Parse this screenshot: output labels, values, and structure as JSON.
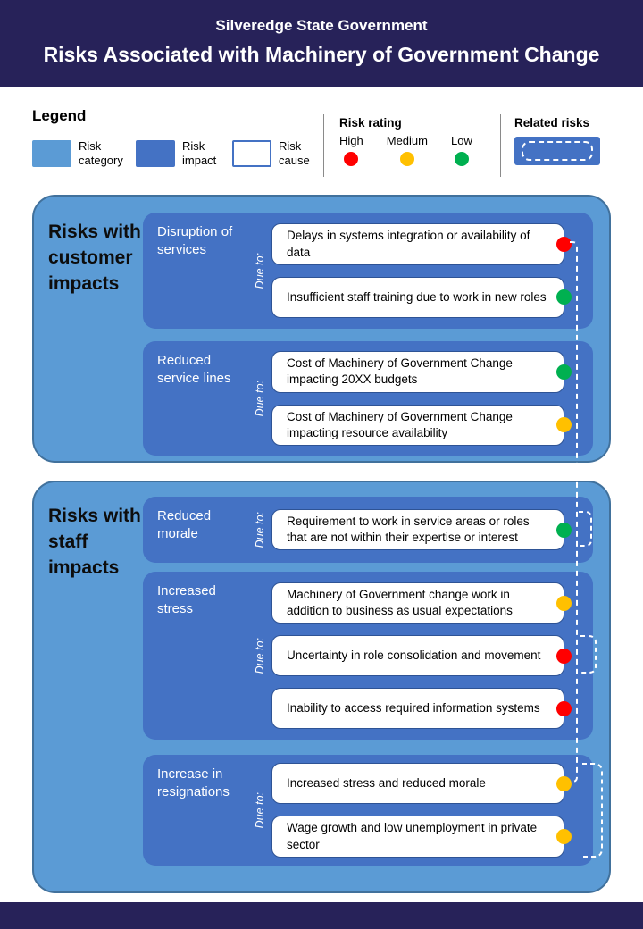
{
  "header": {
    "org": "Silveredge State Government",
    "title": "Risks Associated with Machinery of Government Change"
  },
  "legend": {
    "heading": "Legend",
    "items": [
      {
        "label": "Risk category"
      },
      {
        "label": "Risk impact"
      },
      {
        "label": "Risk cause"
      }
    ],
    "rating": {
      "heading": "Risk rating",
      "levels": [
        {
          "label": "High",
          "key": "high"
        },
        {
          "label": "Medium",
          "key": "medium"
        },
        {
          "label": "Low",
          "key": "low"
        }
      ]
    },
    "related": {
      "heading": "Related risks"
    }
  },
  "due_to_label": "Due to:",
  "sections": [
    {
      "category": "Risks with customer impacts",
      "impacts": [
        {
          "label": "Disruption of services",
          "causes": [
            {
              "text": "Delays in systems integration or availability of data",
              "rating": "high"
            },
            {
              "text": "Insufficient staff training due to work in new roles",
              "rating": "low"
            }
          ]
        },
        {
          "label": "Reduced service lines",
          "causes": [
            {
              "text": "Cost of Machinery of Government Change impacting 20XX budgets",
              "rating": "low"
            },
            {
              "text": "Cost of Machinery of Government Change impacting resource availability",
              "rating": "medium"
            }
          ]
        }
      ]
    },
    {
      "category": "Risks with staff impacts",
      "impacts": [
        {
          "label": "Reduced morale",
          "causes": [
            {
              "text": "Requirement to work in service areas or roles that are not within their expertise or interest",
              "rating": "low"
            }
          ]
        },
        {
          "label": "Increased stress",
          "causes": [
            {
              "text": "Machinery of Government change work in addition to business as usual expectations",
              "rating": "medium"
            },
            {
              "text": "Uncertainty in role consolidation and movement",
              "rating": "high"
            },
            {
              "text": "Inability to access required information systems",
              "rating": "high"
            }
          ]
        },
        {
          "label": "Increase in resignations",
          "causes": [
            {
              "text": "Increased stress and reduced morale",
              "rating": "medium"
            },
            {
              "text": "Wage growth and low unemployment in private sector",
              "rating": "medium"
            }
          ]
        }
      ]
    }
  ],
  "colors": {
    "header_bg": "#272259",
    "category_fill": "#5B9BD5",
    "category_border": "#41719C",
    "impact_fill": "#4472C4",
    "high": "#FF0000",
    "medium": "#FFC000",
    "low": "#00B050"
  }
}
